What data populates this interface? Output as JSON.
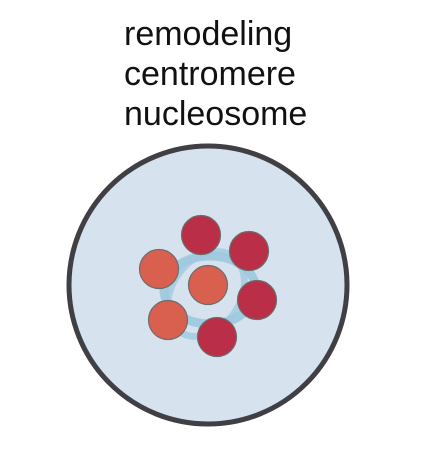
{
  "title": {
    "lines": [
      "remodeling",
      "centromere",
      "nucleosome"
    ]
  },
  "colors": {
    "cell_fill": "#d6e3ef",
    "cell_stroke": "#3f3f44",
    "dna_wrap": "#9cc8de",
    "histone_dark": "#bb2e47",
    "histone_light": "#d9604f",
    "histone_stroke": "#6c6c6c"
  },
  "histones": [
    {
      "id": "top",
      "tone": "histone_dark"
    },
    {
      "id": "upper-right",
      "tone": "histone_dark"
    },
    {
      "id": "left",
      "tone": "histone_light"
    },
    {
      "id": "center",
      "tone": "histone_light"
    },
    {
      "id": "right",
      "tone": "histone_dark"
    },
    {
      "id": "lower-left",
      "tone": "histone_light"
    },
    {
      "id": "bottom",
      "tone": "histone_dark"
    }
  ]
}
